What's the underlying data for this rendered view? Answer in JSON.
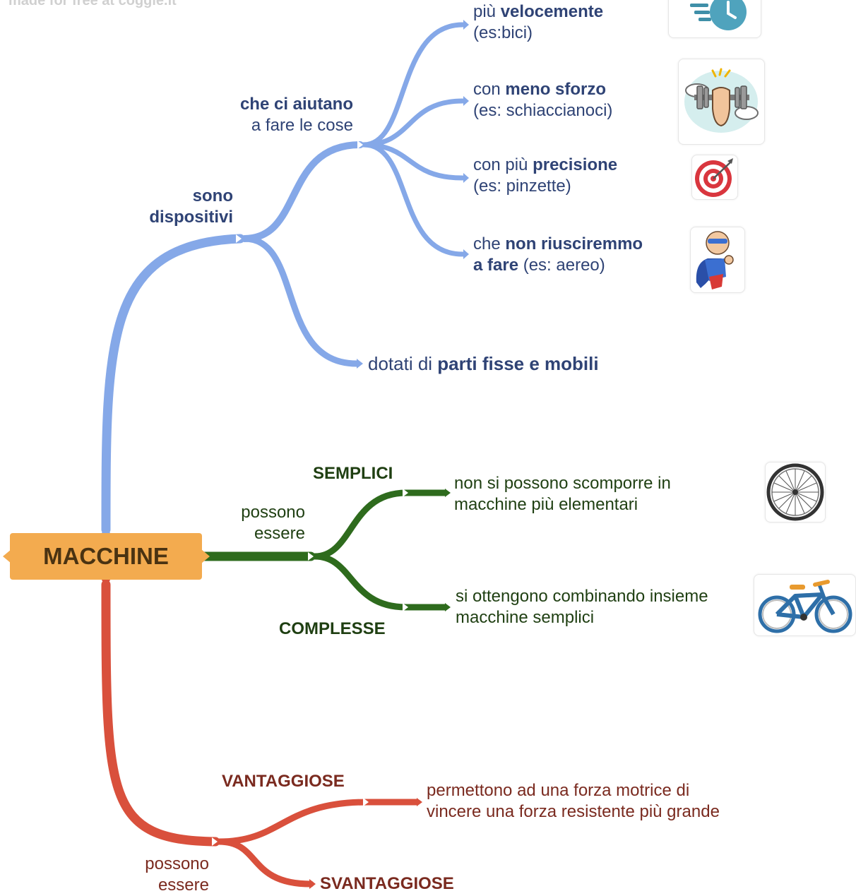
{
  "watermark": "made for free at coggle.it",
  "root": {
    "label": "MACCHINE"
  },
  "blue": {
    "node_line1": "sono",
    "node_line2": "dispositivi",
    "helper_line1": "che ci aiutano",
    "helper_line2": "a fare le cose",
    "leaf1": {
      "pre": "più ",
      "bold": "velocemente",
      "line2": "(es:bici)"
    },
    "leaf2": {
      "pre": "con ",
      "bold": "meno sforzo",
      "line2": "(es: schiaccianoci)"
    },
    "leaf3": {
      "pre": "con più ",
      "bold": "precisione",
      "line2": "(es: pinzette)"
    },
    "leaf4": {
      "pre": "che ",
      "bold": "non riusciremmo",
      "bold2": "a fare",
      "post": " (es: aereo)"
    },
    "parts": {
      "pre": "dotati di ",
      "bold": "parti fisse e mobili"
    }
  },
  "green": {
    "connector_line1": "possono",
    "connector_line2": "essere",
    "semplici": "SEMPLICI",
    "complesse": "COMPLESSE",
    "semplici_desc_line1": "non si possono scomporre in",
    "semplici_desc_line2": "macchine più elementari",
    "complesse_desc_line1": "si ottengono combinando insieme",
    "complesse_desc_line2": "macchine semplici"
  },
  "red": {
    "connector_line1": "possono",
    "connector_line2": "essere",
    "vantaggiose": "VANTAGGIOSE",
    "svantaggiose": "SVANTAGGIOSE",
    "desc_line1": "permettono ad una forza motrice di",
    "desc_line2": "vincere una forza resistente più grande"
  },
  "icons": [
    "fast-clock-icon",
    "strength-dumbbell-icon",
    "target-icon",
    "superhero-icon",
    "wheel-icon",
    "bicycle-icon"
  ],
  "colors": {
    "blue": "#85a8e8",
    "green": "#2e6b1d",
    "red": "#d9503c",
    "root": "#f3ab4f"
  }
}
